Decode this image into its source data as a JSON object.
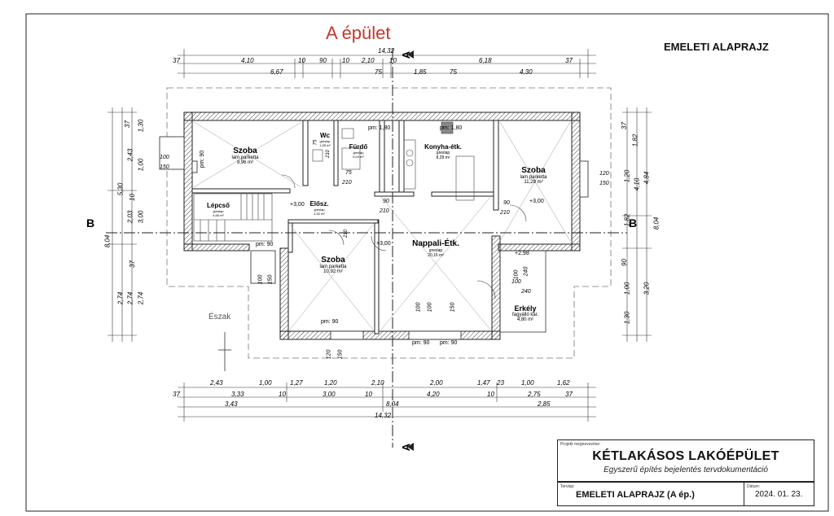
{
  "plan_title": "A épület",
  "sheet_title": "EMELETI ALAPRAJZ",
  "section_marks": {
    "a": "A",
    "b": "B"
  },
  "north_label": "Észak",
  "rooms": [
    {
      "name": "Szoba",
      "floor": "lam.parketta",
      "area": "9,96 m²"
    },
    {
      "name": "Wc",
      "floor": "greslap",
      "area": "1,55 m²"
    },
    {
      "name": "Fürdő",
      "floor": "greslap",
      "area": "5,04 m²"
    },
    {
      "name": "Konyha-étk.",
      "floor": "greslap",
      "area": "8,28 m²"
    },
    {
      "name": "Szoba",
      "floor": "lam.parketta",
      "area": "11,28 m²"
    },
    {
      "name": "Lépcső",
      "floor": "greslap",
      "area": "4,66 m²"
    },
    {
      "name": "Elősz.",
      "floor": "greslap",
      "area": "4,52 m²"
    },
    {
      "name": "Szoba",
      "floor": "lam.parketta",
      "area": "10,92 m²"
    },
    {
      "name": "Nappali-Étk.",
      "floor": "greslap",
      "area": "20,16 m²"
    },
    {
      "name": "Erkély",
      "floor": "fagyálló kar.",
      "area": "4,80 m²"
    }
  ],
  "levels": [
    "+3,00",
    "+3,00",
    "+3,00",
    "+2,98"
  ],
  "parapets": [
    "pm: 90",
    "pm: 90",
    "pm: 90",
    "pm: 90",
    "pm: 90",
    "pm: 1,80",
    "pm: 1,80"
  ],
  "dims": {
    "top_total": "14,32",
    "top_row1": [
      "37",
      "4,10",
      "10",
      "90",
      "10",
      "2,10",
      "10",
      "6,18",
      "37"
    ],
    "top_row2": [
      "6,67",
      "75",
      "1,85",
      "75",
      "4,30"
    ],
    "bottom_row1": [
      "2,43",
      "1,00",
      "1,27",
      "1,20",
      "2,10",
      "2,00",
      "1,47",
      "23",
      "1,00",
      "1,62"
    ],
    "bottom_row2": [
      "37",
      "3,33",
      "10",
      "3,00",
      "10",
      "4,20",
      "10",
      "2,75",
      "37"
    ],
    "bottom_row3": [
      "3,43",
      "8,04",
      "2,85"
    ],
    "bottom_total": "14,32",
    "left": [
      "37",
      "1,30",
      "2,43",
      "1,00",
      "5,30",
      "10",
      "2,03",
      "3,00",
      "8,04",
      "37",
      "2,74",
      "2,74",
      "2,74"
    ],
    "right": [
      "37",
      "1,82",
      "1,20",
      "4,10",
      "4,84",
      "1,82",
      "8,04",
      "90",
      "1,00",
      "3,20",
      "1,30"
    ],
    "openings": [
      "100",
      "150",
      "120",
      "150",
      "90",
      "210",
      "75",
      "210",
      "90",
      "210",
      "100",
      "100",
      "150",
      "100",
      "150",
      "120",
      "150",
      "100",
      "240",
      "100",
      "240",
      "210",
      "75",
      "210"
    ]
  },
  "title_block": {
    "project_label": "Projekt megnevezése:",
    "project_name": "KÉTLAKÁSOS LAKÓÉPÜLET",
    "project_sub": "Egyszerű építés bejelentés tervdokumentáció",
    "drawing_label": "Tervlap:",
    "drawing_name": "EMELETI ALAPRAJZ (A ép.)",
    "date_label": "Dátum:",
    "date": "2024. 01. 23."
  },
  "colors": {
    "title_red": "#c0392b",
    "wall_hatch": "#555555",
    "line": "#222222"
  }
}
